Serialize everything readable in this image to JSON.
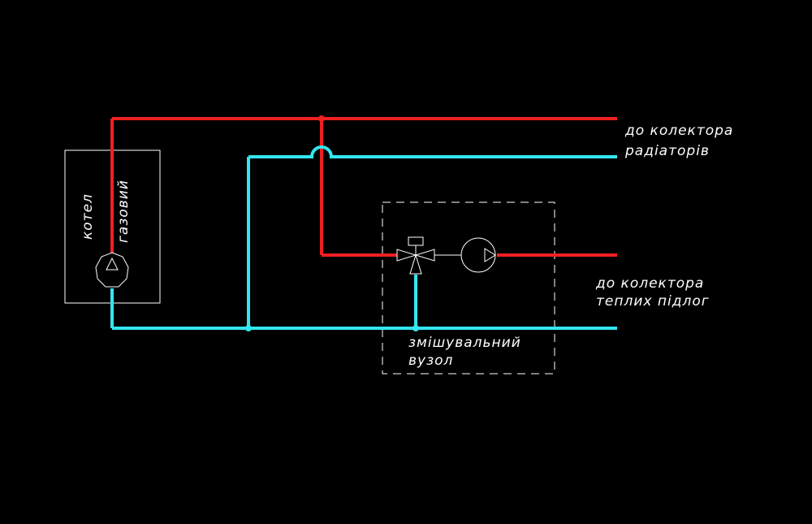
{
  "colors": {
    "background": "#000000",
    "supply": "#f02020",
    "return": "#33e6f0",
    "outline": "#ffffff"
  },
  "labels": {
    "boiler_line1": "котел",
    "boiler_line2": "газовий",
    "radiators_line1": "до колектора",
    "radiators_line2": "радіаторів",
    "floors_line1": "до колектора",
    "floors_line2": "теплих підлог",
    "mixing_line1": "змішувальний",
    "mixing_line2": "вузол"
  },
  "icons": {
    "boiler_pump": "pump-icon",
    "mixing_pump": "pump-icon",
    "valve": "three-way-valve-icon"
  }
}
